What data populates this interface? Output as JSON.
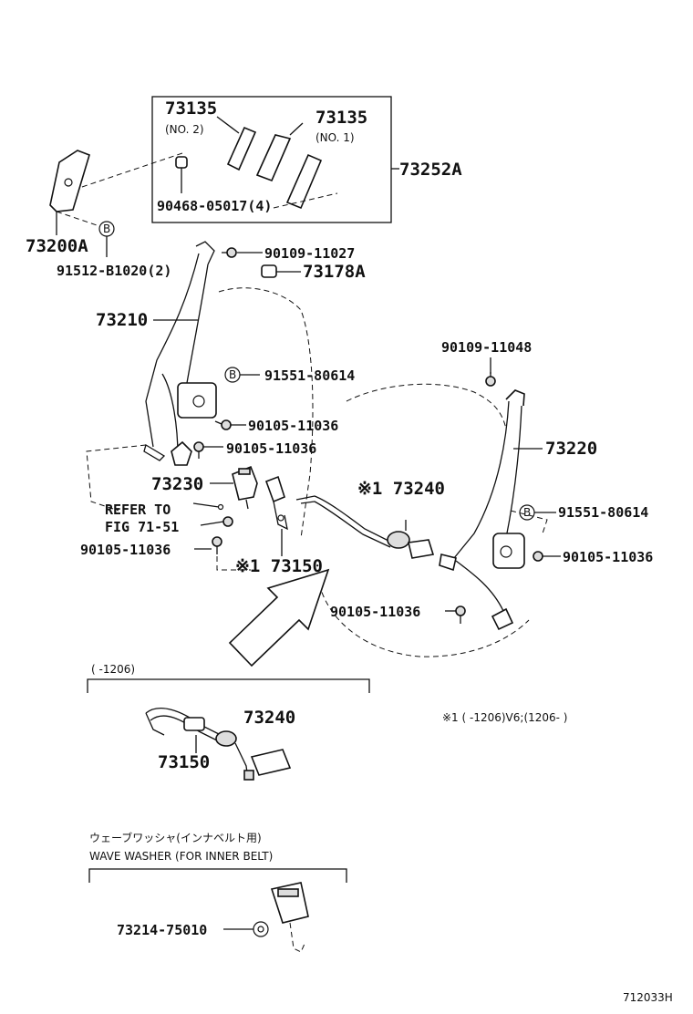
{
  "labels": {
    "p73135_no2": "73135",
    "no2": "(NO. 2)",
    "p73135_no1": "73135",
    "no1": "(NO. 1)",
    "p90468": "90468-05017(4)",
    "p73252a": "73252A",
    "p73200a": "73200A",
    "p91512": "91512-B1020(2)",
    "p90109_11027": "90109-11027",
    "p73178a": "73178A",
    "p73210": "73210",
    "p91551_a": "91551-80614",
    "p90105_a": "90105-11036",
    "p90105_b": "90105-11036",
    "p73230": "73230",
    "refer_to": "REFER TO",
    "fig": "FIG 71-51",
    "p90105_c": "90105-11036",
    "p73150": "※1 73150",
    "p73240": "※1 73240",
    "p90109_11048": "90109-11048",
    "p73220": "73220",
    "p91551_b": "91551-80614",
    "p90105_d": "90105-11036",
    "p90105_e": "90105-11036",
    "b_marker": "B",
    "range_1206": "(      -1206)",
    "sub_73240": "73240",
    "sub_73150": "73150",
    "note_1": "※1 (      -1206)V6;(1206-      )",
    "wave_jp": "ウェーブワッシャ(インナベルト用)",
    "wave_en": "WAVE WASHER (FOR INNER BELT)",
    "p73214": "73214-75010",
    "diagram_id": "712033H"
  }
}
